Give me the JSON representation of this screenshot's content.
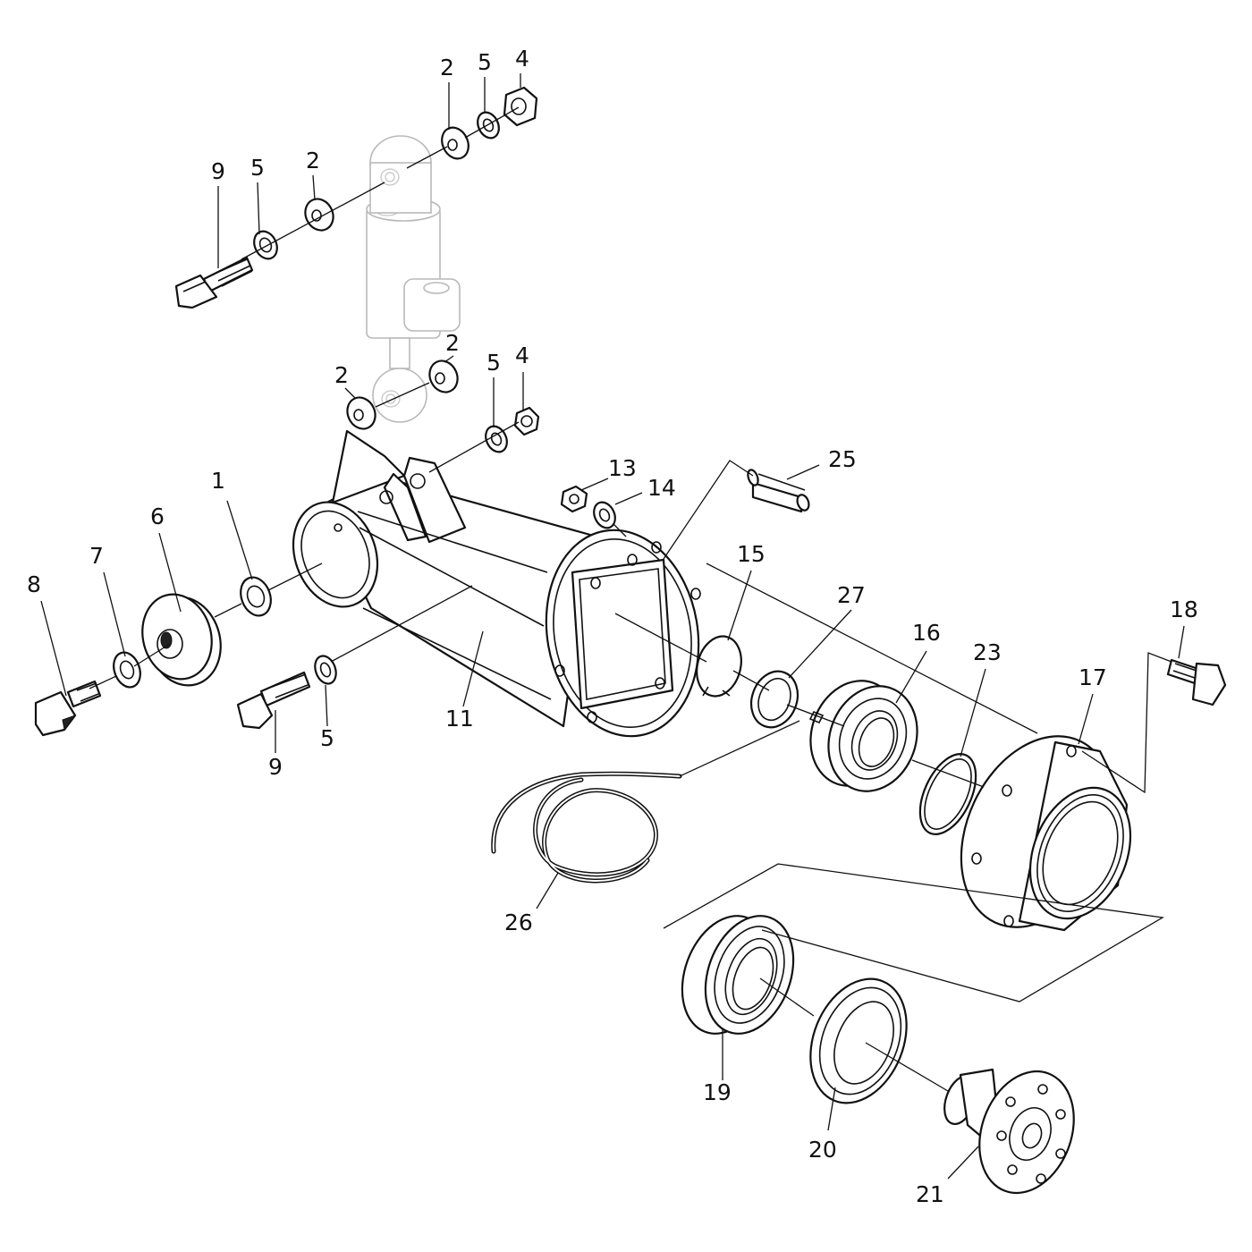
{
  "labels": [
    {
      "id": "l2a",
      "text": "2"
    },
    {
      "id": "l5a",
      "text": "5"
    },
    {
      "id": "l4a",
      "text": "4"
    },
    {
      "id": "l9a",
      "text": "9"
    },
    {
      "id": "l5b",
      "text": "5"
    },
    {
      "id": "l2b",
      "text": "2"
    },
    {
      "id": "l2c",
      "text": "2"
    },
    {
      "id": "l2d",
      "text": "2"
    },
    {
      "id": "l5c",
      "text": "5"
    },
    {
      "id": "l4b",
      "text": "4"
    },
    {
      "id": "l13",
      "text": "13"
    },
    {
      "id": "l14",
      "text": "14"
    },
    {
      "id": "l25",
      "text": "25"
    },
    {
      "id": "l1",
      "text": "1"
    },
    {
      "id": "l6",
      "text": "6"
    },
    {
      "id": "l7",
      "text": "7"
    },
    {
      "id": "l8",
      "text": "8"
    },
    {
      "id": "l15",
      "text": "15"
    },
    {
      "id": "l27",
      "text": "27"
    },
    {
      "id": "l16",
      "text": "16"
    },
    {
      "id": "l23",
      "text": "23"
    },
    {
      "id": "l18",
      "text": "18"
    },
    {
      "id": "l17",
      "text": "17"
    },
    {
      "id": "l11",
      "text": "11"
    },
    {
      "id": "l9b",
      "text": "9"
    },
    {
      "id": "l5d",
      "text": "5"
    },
    {
      "id": "l26",
      "text": "26"
    },
    {
      "id": "l19",
      "text": "19"
    },
    {
      "id": "l20",
      "text": "20"
    },
    {
      "id": "l21",
      "text": "21"
    }
  ]
}
